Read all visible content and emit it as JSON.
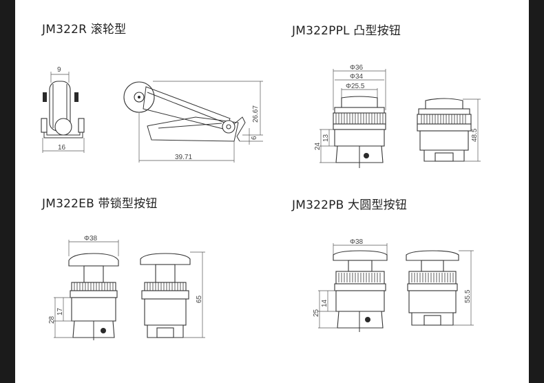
{
  "sections": [
    {
      "title": "JM322R 滚轮型",
      "dims": {
        "width_top": "9",
        "width_bottom": "16",
        "length": "39.71",
        "height": "26.67",
        "small": "6"
      }
    },
    {
      "title": "JM322PPL 凸型按钮",
      "dims": {
        "d1": "Φ36",
        "d2": "Φ34",
        "d3": "Φ25.5",
        "h1": "24",
        "h2": "13",
        "h_total": "48.5"
      }
    },
    {
      "title": "JM322EB 带锁型按钮",
      "dims": {
        "d": "Φ38",
        "h1": "28",
        "h2": "17",
        "h_total": "65"
      }
    },
    {
      "title": "JM322PB 大圆型按钮",
      "dims": {
        "d": "Φ38",
        "h1": "25",
        "h2": "14",
        "h_total": "55.5"
      }
    }
  ]
}
